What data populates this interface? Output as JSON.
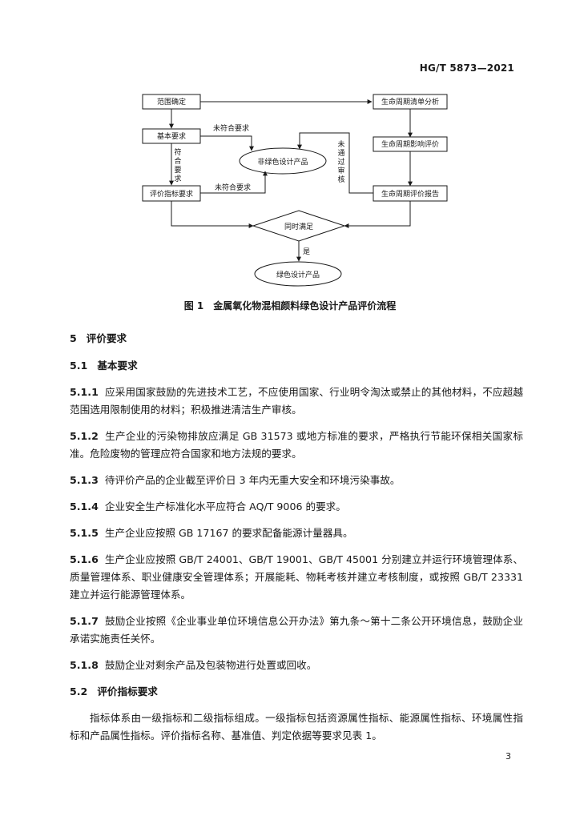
{
  "header": {
    "std_code": "HG/T 5873—2021"
  },
  "flowchart": {
    "boxes": {
      "scope": "范围确定",
      "basic": "基本要求",
      "indicator": "评价指标要求",
      "inventory": "生命周期清单分析",
      "impact": "生命周期影响评价",
      "report": "生命周期评价报告"
    },
    "ovals": {
      "non_green": "非绿色设计产品",
      "green": "绿色设计产品"
    },
    "diamond": "同时满足",
    "labels": {
      "fail_basic": "未符合要求",
      "fail_indicator": "未符合要求",
      "pass_basic": [
        "符",
        "合",
        "要",
        "求"
      ],
      "fail_audit": [
        "未",
        "通",
        "过",
        "审",
        "核"
      ],
      "yes": "是"
    }
  },
  "figure": {
    "caption": "图 1　金属氧化物混相颜料绿色设计产品评价流程"
  },
  "section5": {
    "num": "5",
    "title": "评价要求",
    "s51": {
      "num": "5.1",
      "title": "基本要求",
      "items": [
        {
          "num": "5.1.1",
          "text": "应采用国家鼓励的先进技术工艺，不应使用国家、行业明令淘汰或禁止的其他材料，不应超越范围选用限制使用的材料；积极推进清洁生产审核。"
        },
        {
          "num": "5.1.2",
          "text": "生产企业的污染物排放应满足 GB 31573 或地方标准的要求，严格执行节能环保相关国家标准。危险废物的管理应符合国家和地方法规的要求。"
        },
        {
          "num": "5.1.3",
          "text": "待评价产品的企业截至评价日 3 年内无重大安全和环境污染事故。"
        },
        {
          "num": "5.1.4",
          "text": "企业安全生产标准化水平应符合 AQ/T 9006 的要求。"
        },
        {
          "num": "5.1.5",
          "text": "生产企业应按照 GB 17167 的要求配备能源计量器具。"
        },
        {
          "num": "5.1.6",
          "text": "生产企业应按照 GB/T 24001、GB/T 19001、GB/T 45001 分别建立并运行环境管理体系、质量管理体系、职业健康安全管理体系；开展能耗、物耗考核并建立考核制度，或按照 GB/T 23331 建立并运行能源管理体系。"
        },
        {
          "num": "5.1.7",
          "text": "鼓励企业按照《企业事业单位环境信息公开办法》第九条～第十二条公开环境信息，鼓励企业承诺实施责任关怀。"
        },
        {
          "num": "5.1.8",
          "text": "鼓励企业对剩余产品及包装物进行处置或回收。"
        }
      ]
    },
    "s52": {
      "num": "5.2",
      "title": "评价指标要求",
      "text": "指标体系由一级指标和二级指标组成。一级指标包括资源属性指标、能源属性指标、环境属性指标和产品属性指标。评价指标名称、基准值、判定依据等要求见表 1。"
    }
  },
  "footer": {
    "page_number": "3"
  }
}
